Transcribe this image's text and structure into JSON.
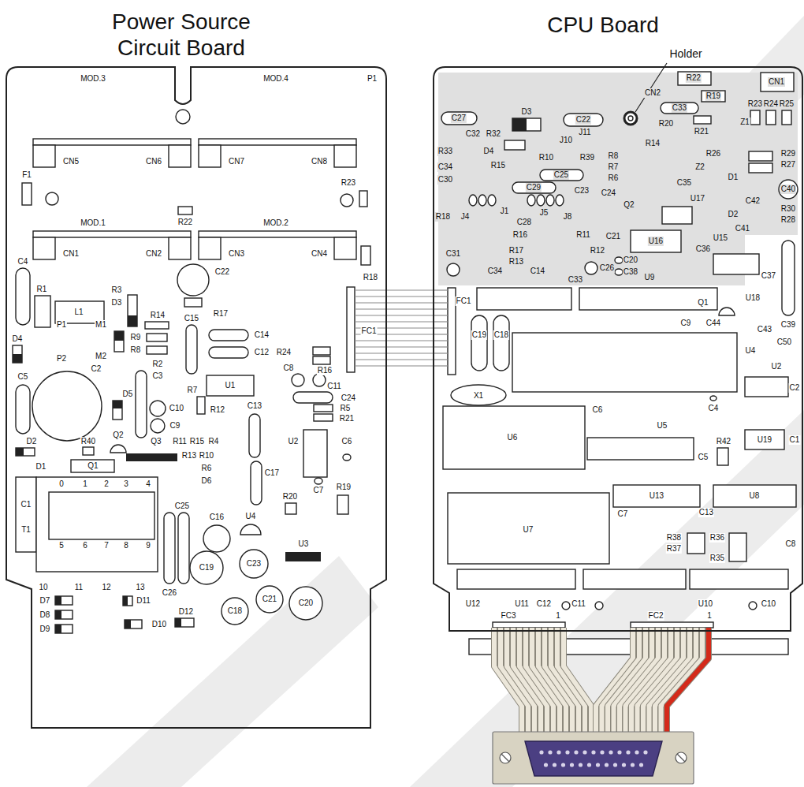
{
  "diagram": {
    "nodes": [
      {
        "text": [
          "Power Source Circuit Board"
        ]
      },
      {
        "text": [
          "CPU Board"
        ]
      }
    ],
    "edges": [
      {
        "from": 0,
        "to": 1,
        "arrow": "none"
      }
    ],
    "labels": [
      "MOD.3",
      "MOD.4",
      "P1",
      "CN5",
      "CN6",
      "CN7",
      "CN8",
      "F1",
      "R23",
      "R22",
      "MOD.1",
      "MOD.2",
      "CN1",
      "CN2",
      "CN3",
      "CN4",
      "C4",
      "R1",
      "L1",
      "R3",
      "D3",
      "M1",
      "P1",
      "P2",
      "M2",
      "R14",
      "R9",
      "R8",
      "C22",
      "R18",
      "R17",
      "C15",
      "C14",
      "C12",
      "R24",
      "FC1",
      "R16",
      "C8",
      "C11",
      "C24",
      "R5",
      "R21",
      "U1",
      "D4",
      "C2",
      "D5",
      "R2",
      "C3",
      "C10",
      "R7",
      "R12",
      "C5",
      "C9",
      "Q3",
      "R11",
      "R15",
      "R4",
      "C13",
      "D2",
      "R40",
      "Q2",
      "Q1",
      "D1",
      "R13",
      "R10",
      "R6",
      "D6",
      "U2",
      "C6",
      "C7",
      "R20",
      "R19",
      "C17",
      "0",
      "1",
      "2",
      "3",
      "4",
      "5",
      "6",
      "7",
      "8",
      "9",
      "C1",
      "T1",
      "10",
      "11",
      "12",
      "13",
      "C16",
      "U4",
      "C25",
      "C26",
      "C19",
      "C23",
      "U3",
      "C21",
      "C20",
      "C18",
      "D7",
      "D8",
      "D9",
      "D11",
      "D10",
      "D12",
      "Holder",
      "R22",
      "CN1",
      "R23",
      "R24",
      "R25",
      "CN2",
      "C33",
      "R19",
      "R20",
      "Z1",
      "R21",
      "D3",
      "C27",
      "C22",
      "J10",
      "J11",
      "R33",
      "C32",
      "R32",
      "D4",
      "R15",
      "R10",
      "R39",
      "R8",
      "R14",
      "R26",
      "R29",
      "R27",
      "R7",
      "R6",
      "Z2",
      "C35",
      "C34",
      "C30",
      "C25",
      "C29",
      "C23",
      "C24",
      "Q2",
      "D1",
      "C42",
      "C40",
      "U17",
      "D2",
      "R30",
      "R28",
      "R18",
      "J4",
      "J1",
      "C28",
      "J5",
      "J8",
      "R16",
      "R11",
      "C21",
      "R12",
      "U16",
      "C41",
      "U15",
      "C36",
      "R17",
      "R13",
      "C34",
      "C14",
      "C31",
      "C26",
      "C20",
      "C38",
      "U9",
      "C37",
      "C39",
      "U18",
      "Q1",
      "C33",
      "C9",
      "C44",
      "C43",
      "C50",
      "FC1",
      "X1",
      "C19",
      "C18",
      "U4",
      "U2",
      "C2",
      "C4",
      "C6",
      "U5",
      "R42",
      "C5",
      "U19",
      "C1",
      "U6",
      "U7",
      "C7",
      "U13",
      "C13",
      "U8",
      "R38",
      "R37",
      "R36",
      "R35",
      "C8",
      "U12",
      "U11",
      "C12",
      "C11",
      "U10",
      "C10",
      "FC3",
      "1",
      "FC2",
      "1"
    ]
  }
}
